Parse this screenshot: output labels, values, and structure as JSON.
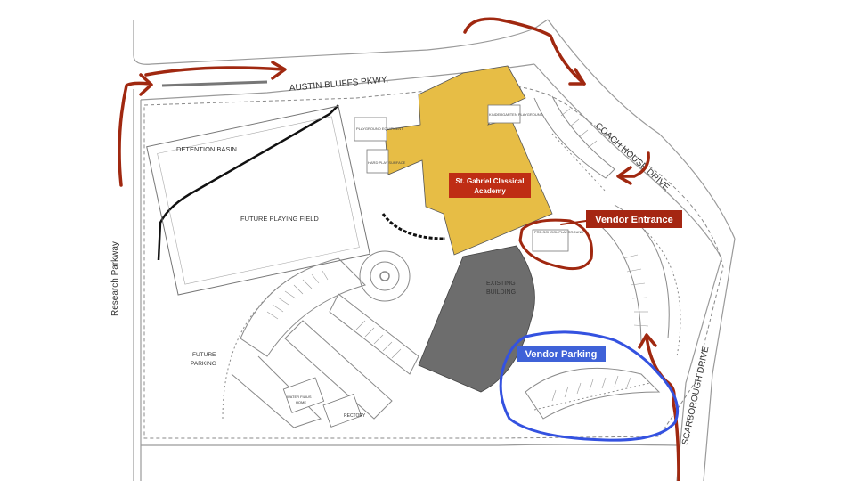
{
  "streets": {
    "austin_bluffs": "AUSTIN BLUFFS PKWY.",
    "coach_house": "COACH HOUSE DRIVE",
    "scarborough": "SCARBOROUGH DRIVE",
    "research": "Research Parkway"
  },
  "areas": {
    "detention_basin": "DETENTION BASIN",
    "future_field": "FUTURE PLAYING FIELD",
    "future_parking_1": "FUTURE",
    "future_parking_2": "PARKING",
    "existing_1": "EXISTING",
    "existing_2": "BUILDING",
    "rectory": "RECTORY",
    "home_1": "WATER FILIUS",
    "home_2": "HOME"
  },
  "school": {
    "name_line1": "St. Gabriel Classical",
    "name_line2": "Academy"
  },
  "annotations": {
    "vendor_entrance": "Vendor Entrance",
    "vendor_parking": "Vendor Parking"
  },
  "small_labels": {
    "playground_equipment": "PLAYGROUND EQUIPMENT",
    "kindergarten_playground": "KINDERGARTEN PLAYGROUND",
    "hard_play_surface": "HARD PLAY SURFACE",
    "pre_school_playground": "PRE-SCHOOL PLAYGROUND"
  },
  "colors": {
    "school_building": "#e7bd45",
    "existing_building": "#6d6d6d",
    "school_label_bg": "#bf2d14",
    "vendor_entrance_bg": "#a52612",
    "vendor_parking_bg": "#3f62d8",
    "arrow_red": "#a02810",
    "circle_blue": "#3452e0"
  }
}
